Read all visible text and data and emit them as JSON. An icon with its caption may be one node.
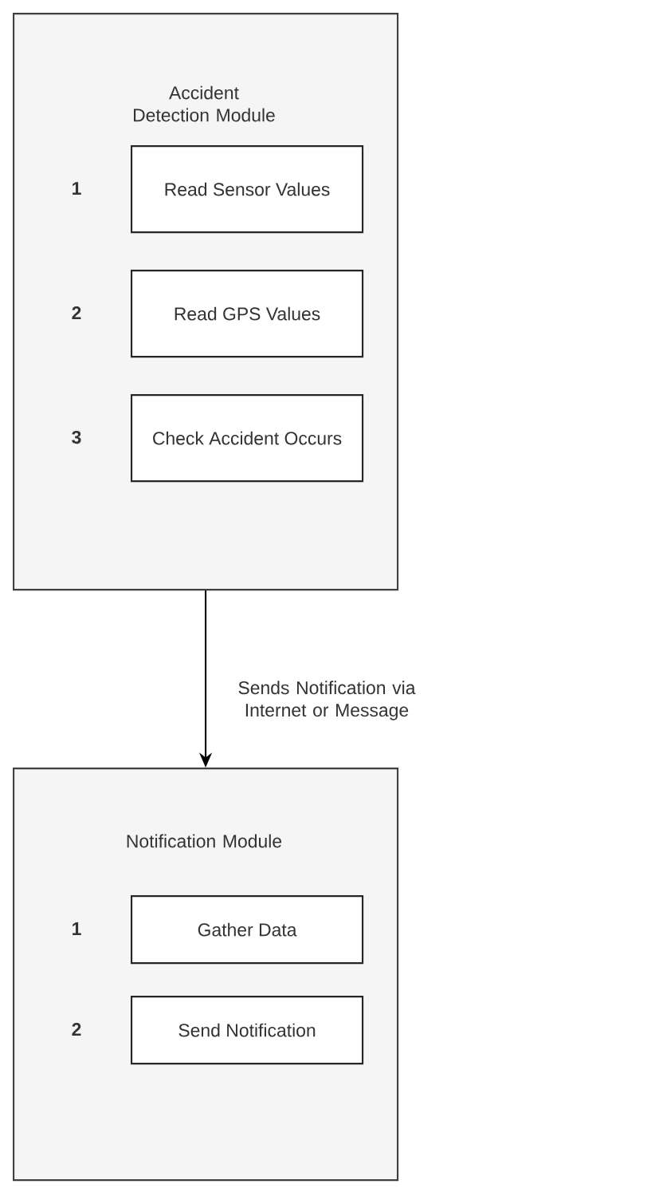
{
  "diagram": {
    "nodes": [
      {
        "text": [
          "Accident Detection Module"
        ]
      },
      {
        "text": [
          "Read Sensor Values"
        ],
        "in": 0
      },
      {
        "text": [
          "Read GPS Values"
        ],
        "in": 0
      },
      {
        "text": [
          "Check Accident Occurs"
        ],
        "in": 0
      },
      {
        "text": [
          "Notification Module"
        ]
      },
      {
        "text": [
          "Gather Data"
        ],
        "in": 4
      },
      {
        "text": [
          "Send Notification"
        ],
        "in": 4
      }
    ],
    "edges": [
      {
        "from": 0,
        "to": 4,
        "arrow": "to",
        "label": "Sends Notification via Internet or Message"
      }
    ],
    "labels": [
      "1",
      "2",
      "3",
      "1",
      "2"
    ]
  }
}
